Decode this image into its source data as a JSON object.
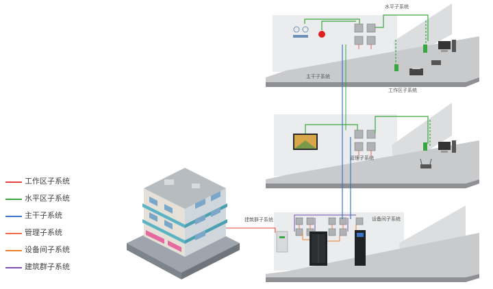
{
  "legend": [
    {
      "label": "工作区子系统",
      "color": "#e8413a"
    },
    {
      "label": "水平区子系统",
      "color": "#3aa640"
    },
    {
      "label": "主干子系统",
      "color": "#3a73c8"
    },
    {
      "label": "管理子系统",
      "color": "#f06a4a"
    },
    {
      "label": "设备间子系统",
      "color": "#e88030"
    },
    {
      "label": "建筑群子系统",
      "color": "#7a4fb0"
    }
  ],
  "labels": {
    "horizontal": "水平子系统",
    "backbone": "主干子系统",
    "work_area": "工作区子系统",
    "management": "管理子系统",
    "campus": "建筑群子系统",
    "equipment": "设备间子系统"
  },
  "colors": {
    "floor_top": "#c9cacc",
    "floor_side": "#8e9093",
    "wall": "#ebeced",
    "wall_dark": "#dcdddf"
  }
}
